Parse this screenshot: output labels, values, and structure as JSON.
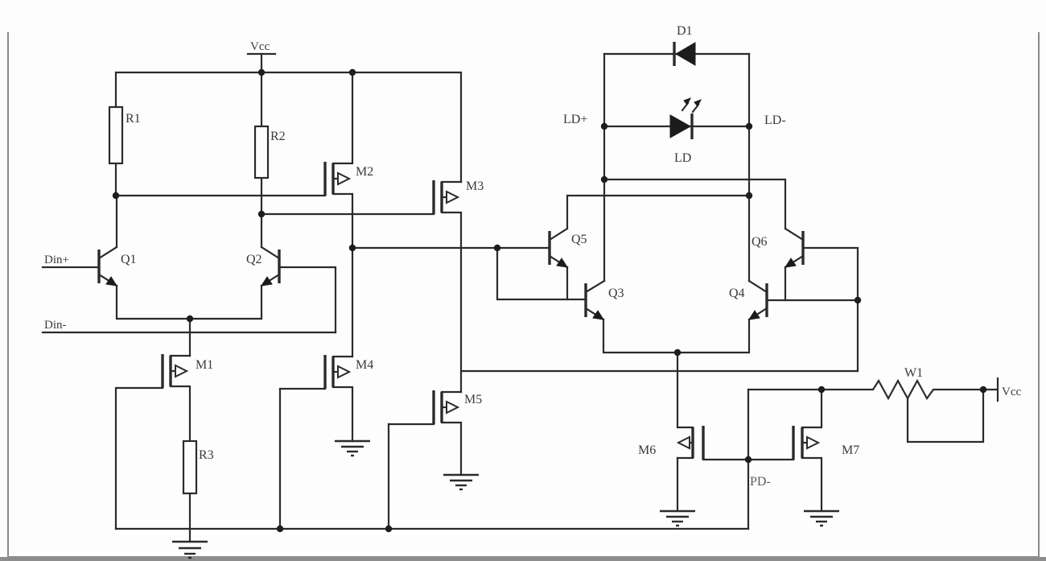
{
  "diagram": {
    "type": "laser-driver-schematic",
    "power_labels": {
      "vcc_top": "Vcc",
      "vcc_right": "Vcc"
    },
    "input_labels": {
      "din_plus": "Din+",
      "din_minus": "Din-"
    },
    "net_labels": {
      "ld_plus": "LD+",
      "ld_minus": "LD-",
      "pd_minus": "PD-"
    },
    "components": {
      "r1": "R1",
      "r2": "R2",
      "r3": "R3",
      "w1": "W1",
      "m1": "M1",
      "m2": "M2",
      "m3": "M3",
      "m4": "M4",
      "m5": "M5",
      "m6": "M6",
      "m7": "M7",
      "q1": "Q1",
      "q2": "Q2",
      "q3": "Q3",
      "q4": "Q4",
      "q5": "Q5",
      "q6": "Q6",
      "d1": "D1",
      "ld": "LD"
    },
    "colors": {
      "line": "#2b2b2b",
      "label": "#3a3a3a",
      "background": "#fdfdfd",
      "frame": "#8a8a8a"
    }
  }
}
